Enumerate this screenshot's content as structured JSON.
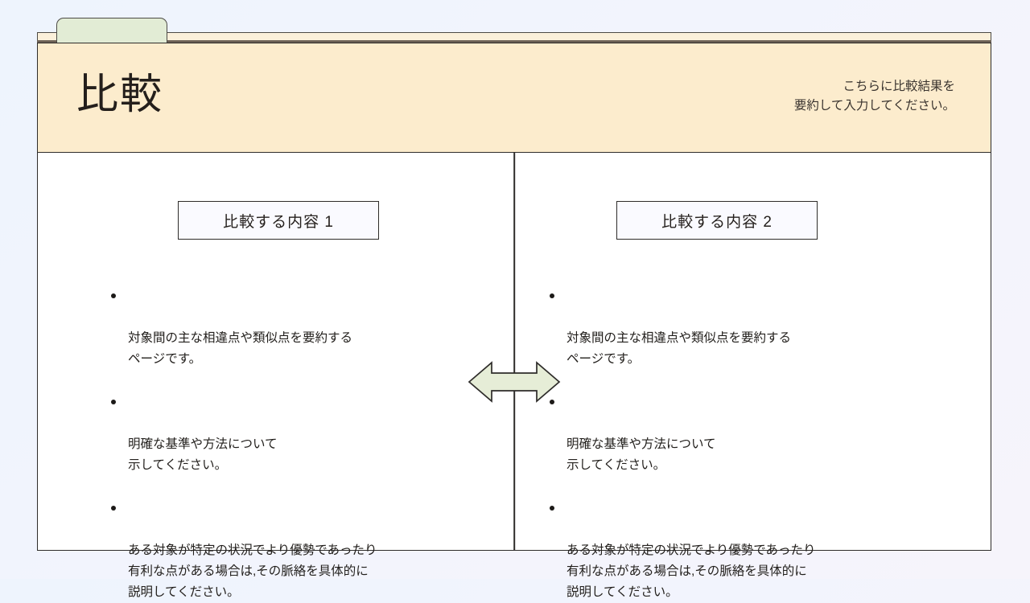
{
  "slide": {
    "title": "比較",
    "header_note": "こちらに比較結果を\n要約して入力してください。",
    "colors": {
      "background": "#eef4fd",
      "header_fill": "#fceccd",
      "tab_fill": "#e2ecd5",
      "arrow_fill": "#e6edd7",
      "outline": "#2e2c2a",
      "label_box_fill": "#fafaff",
      "text": "#23201d"
    },
    "center_arrow": {
      "icon": "double-headed-arrow-icon",
      "direction": "left-right"
    },
    "columns": [
      {
        "label": "比較する内容 1",
        "bullets": [
          "対象間の主な相違点や類似点を要約する\nページです。",
          "明確な基準や方法について\n示してください。",
          "ある対象が特定の状況でより優勢であったり\n有利な点がある場合は,その脈絡を具体的に\n説明してください。"
        ]
      },
      {
        "label": "比較する内容 2",
        "bullets": [
          "対象間の主な相違点や類似点を要約する\nページです。",
          "明確な基準や方法について\n示してください。",
          "ある対象が特定の状況でより優勢であったり\n有利な点がある場合は,その脈絡を具体的に\n説明してください。"
        ]
      }
    ]
  }
}
